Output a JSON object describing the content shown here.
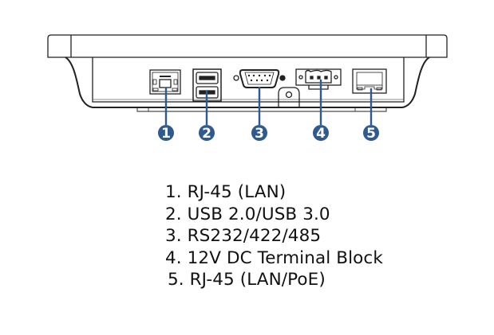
{
  "diagram": {
    "subject": "Device bottom I/O panel",
    "callout_color": "#2f5a8f",
    "ports": [
      {
        "number": "1",
        "icon": "rj45-port-icon"
      },
      {
        "number": "2",
        "icon": "usb-port-icon"
      },
      {
        "number": "3",
        "icon": "db9-serial-port-icon"
      },
      {
        "number": "4",
        "icon": "terminal-block-icon"
      },
      {
        "number": "5",
        "icon": "rj45-poe-port-icon"
      }
    ]
  },
  "legend": {
    "items": [
      "1. RJ-45 (LAN)",
      "2. USB 2.0/USB 3.0",
      "3. RS232/422/485",
      "4. 12V DC Terminal Block",
      "5. RJ-45 (LAN/PoE)"
    ]
  }
}
